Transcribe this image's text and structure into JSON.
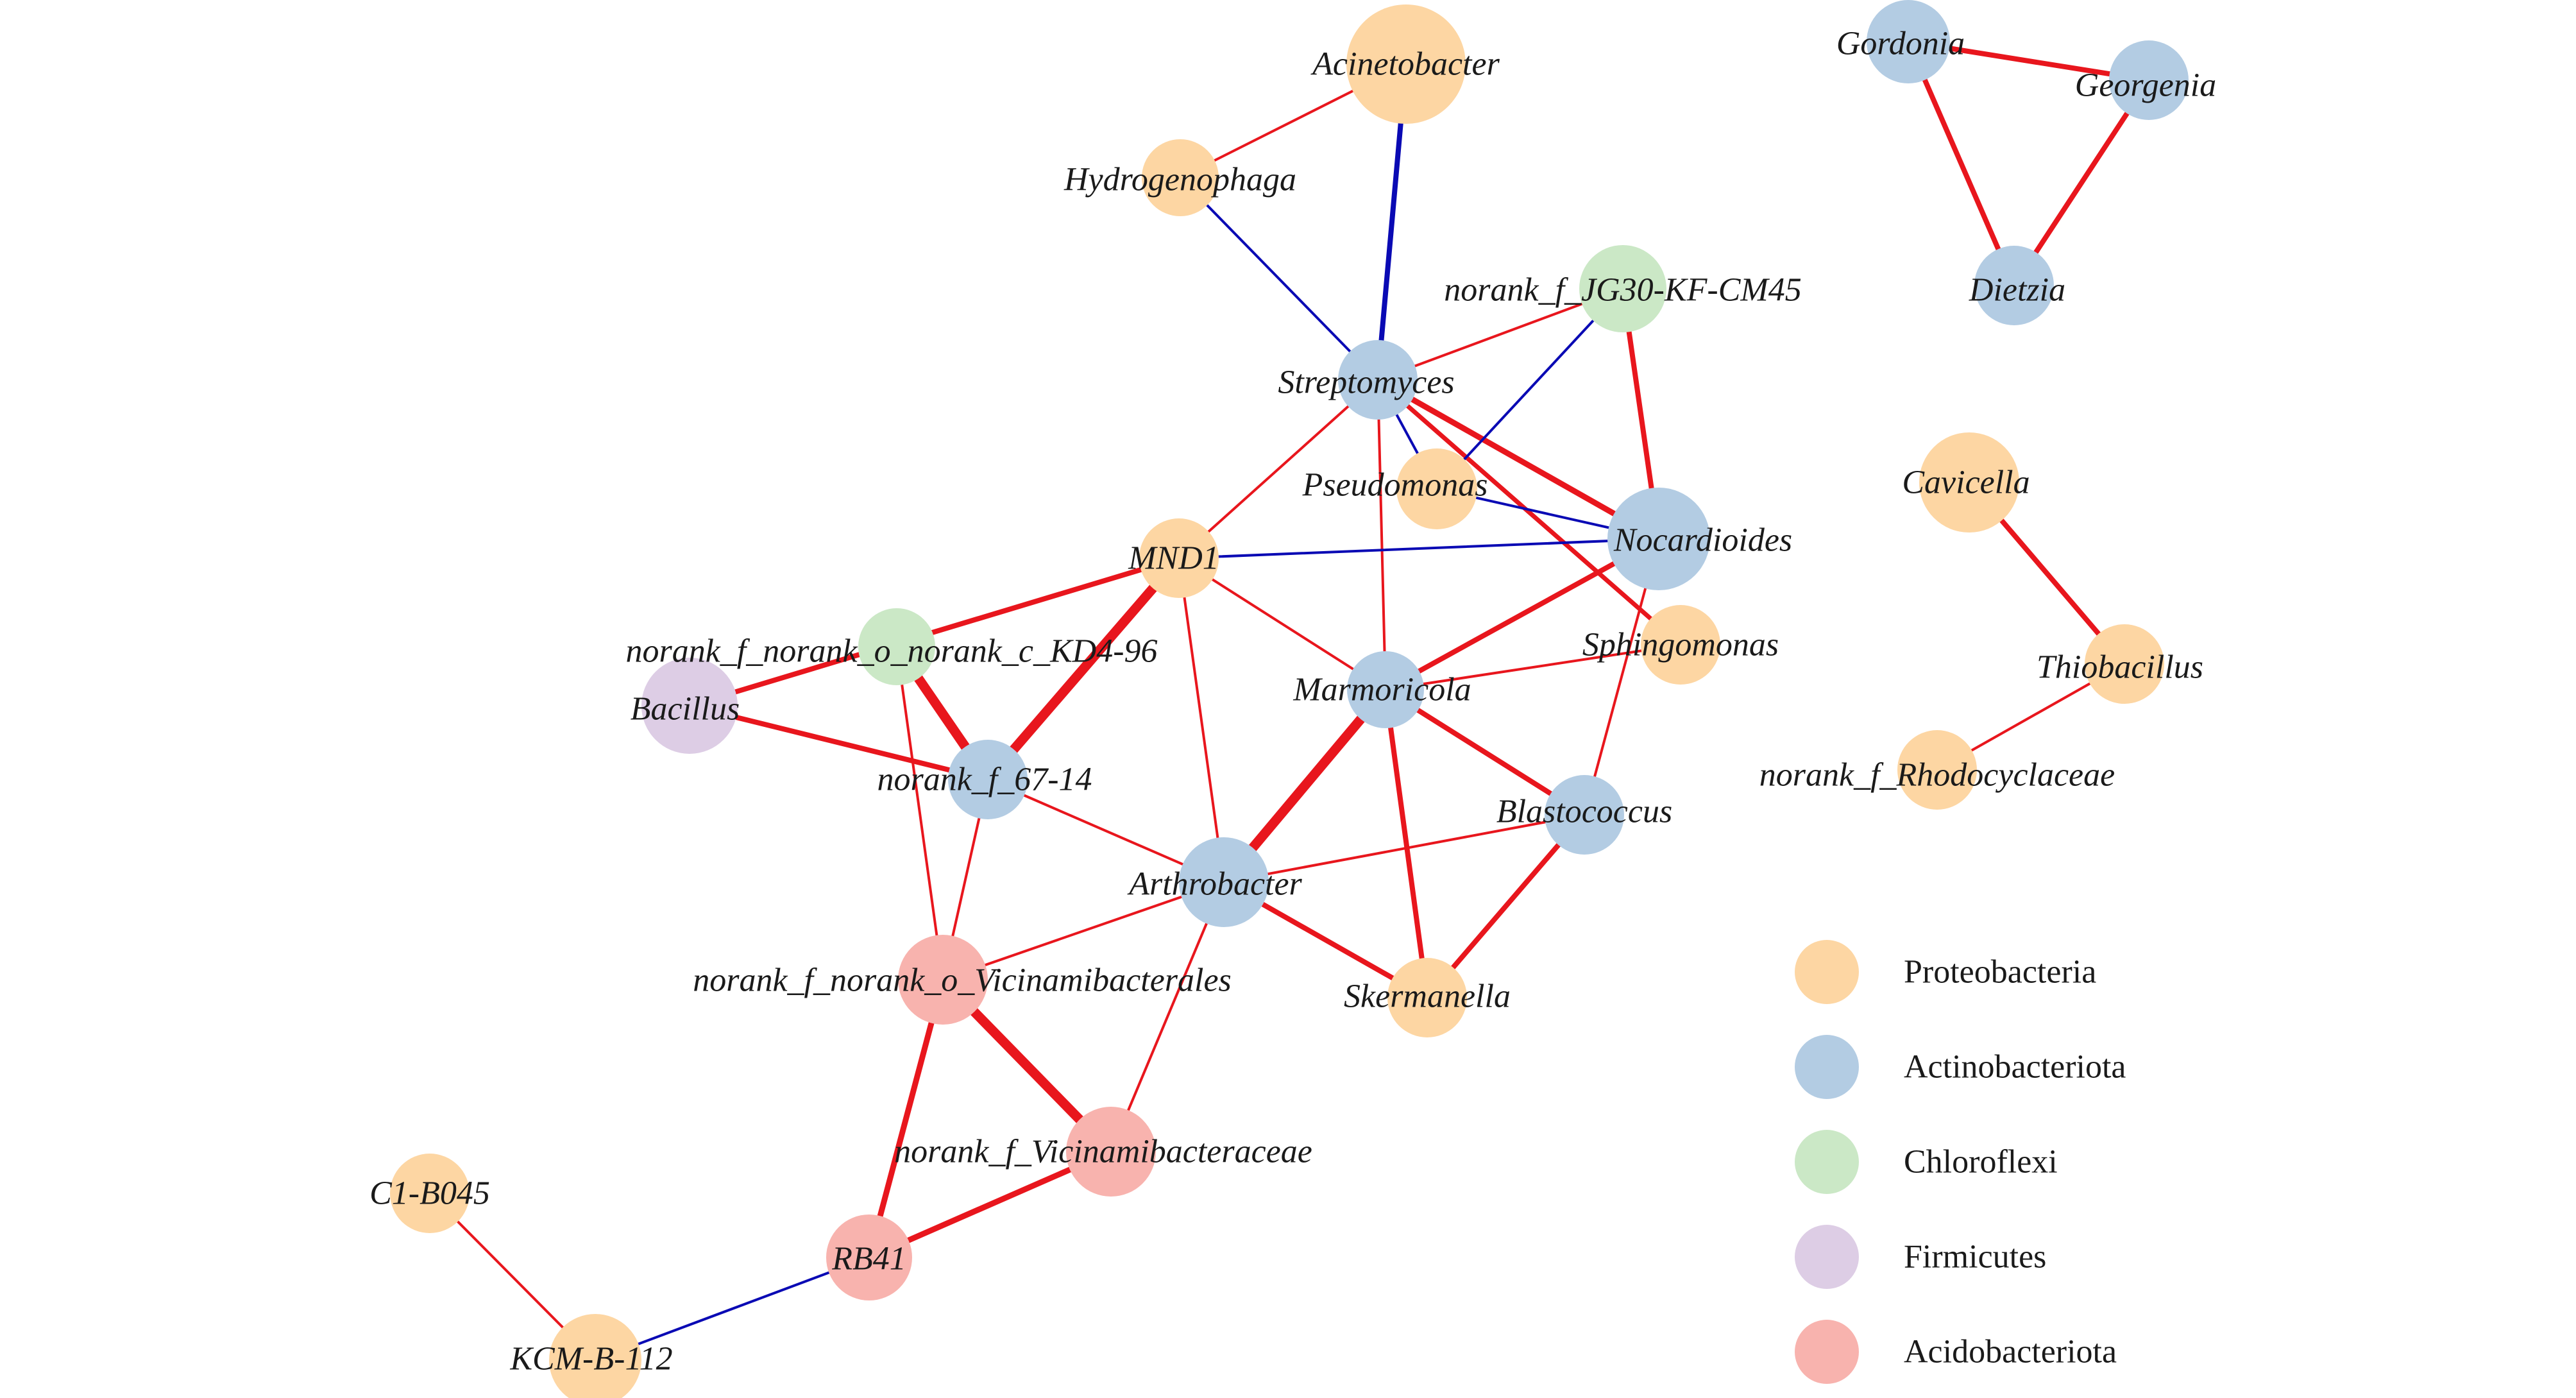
{
  "colors": {
    "phylum": {
      "Proteobacteria": "#fdd6a3",
      "Actinobacteriota": "#b3cce3",
      "Chloroflexi": "#cbe8c6",
      "Firmicutes": "#ddcde5",
      "Acidobacteriota": "#f8b3ae"
    },
    "positive_edge": "#e8161d",
    "negative_edge": "#0a0ab4"
  },
  "legend": [
    {
      "label": "Proteobacteria"
    },
    {
      "label": "Actinobacteriota"
    },
    {
      "label": "Chloroflexi"
    },
    {
      "label": "Firmicutes"
    },
    {
      "label": "Acidobacteriota"
    }
  ],
  "nodes": [
    {
      "id": "acinetobacter",
      "label": "Acinetobacter",
      "phylum": "Proteobacteria"
    },
    {
      "id": "hydrogenophaga",
      "label": "Hydrogenophaga",
      "phylum": "Proteobacteria"
    },
    {
      "id": "jg30",
      "label": "norank_f_JG30-KF-CM45",
      "phylum": "Chloroflexi"
    },
    {
      "id": "streptomyces",
      "label": "Streptomyces",
      "phylum": "Actinobacteriota"
    },
    {
      "id": "pseudomonas",
      "label": "Pseudomonas",
      "phylum": "Proteobacteria"
    },
    {
      "id": "nocardioides",
      "label": "Nocardioides",
      "phylum": "Actinobacteriota"
    },
    {
      "id": "mnd1",
      "label": "MND1",
      "phylum": "Proteobacteria"
    },
    {
      "id": "kd4",
      "label": "norank_f_norank_o_norank_c_KD4-96",
      "phylum": "Chloroflexi"
    },
    {
      "id": "bacillus",
      "label": "Bacillus",
      "phylum": "Firmicutes"
    },
    {
      "id": "sphingomonas",
      "label": "Sphingomonas",
      "phylum": "Proteobacteria"
    },
    {
      "id": "marmoricola",
      "label": "Marmoricola",
      "phylum": "Actinobacteriota"
    },
    {
      "id": "f6714",
      "label": "norank_f_67-14",
      "phylum": "Actinobacteriota"
    },
    {
      "id": "blastococcus",
      "label": "Blastococcus",
      "phylum": "Actinobacteriota"
    },
    {
      "id": "arthrobacter",
      "label": "Arthrobacter",
      "phylum": "Actinobacteriota"
    },
    {
      "id": "vicinamibacterales",
      "label": "norank_f_norank_o_Vicinamibacterales",
      "phylum": "Acidobacteriota"
    },
    {
      "id": "skermanella",
      "label": "Skermanella",
      "phylum": "Proteobacteria"
    },
    {
      "id": "vicinamibacteraceae",
      "label": "norank_f_Vicinamibacteraceae",
      "phylum": "Acidobacteriota"
    },
    {
      "id": "rb41",
      "label": "RB41",
      "phylum": "Acidobacteriota"
    },
    {
      "id": "c1b045",
      "label": "C1-B045",
      "phylum": "Proteobacteria"
    },
    {
      "id": "kcmb112",
      "label": "KCM-B-112",
      "phylum": "Proteobacteria"
    },
    {
      "id": "gordonia",
      "label": "Gordonia",
      "phylum": "Actinobacteriota"
    },
    {
      "id": "georgenia",
      "label": "Georgenia",
      "phylum": "Actinobacteriota"
    },
    {
      "id": "dietzia",
      "label": "Dietzia",
      "phylum": "Actinobacteriota"
    },
    {
      "id": "cavicella",
      "label": "Cavicella",
      "phylum": "Proteobacteria"
    },
    {
      "id": "thiobacillus",
      "label": "Thiobacillus",
      "phylum": "Proteobacteria"
    },
    {
      "id": "rhodocyclaceae",
      "label": "norank_f_Rhodocyclaceae",
      "phylum": "Proteobacteria"
    }
  ],
  "edges": [
    {
      "source": "acinetobacter",
      "target": "hydrogenophaga",
      "sign": "positive"
    },
    {
      "source": "acinetobacter",
      "target": "streptomyces",
      "sign": "negative"
    },
    {
      "source": "hydrogenophaga",
      "target": "streptomyces",
      "sign": "negative"
    },
    {
      "source": "streptomyces",
      "target": "jg30",
      "sign": "positive"
    },
    {
      "source": "streptomyces",
      "target": "pseudomonas",
      "sign": "negative"
    },
    {
      "source": "streptomyces",
      "target": "nocardioides",
      "sign": "positive"
    },
    {
      "source": "streptomyces",
      "target": "sphingomonas",
      "sign": "positive"
    },
    {
      "source": "streptomyces",
      "target": "mnd1",
      "sign": "positive"
    },
    {
      "source": "streptomyces",
      "target": "marmoricola",
      "sign": "positive"
    },
    {
      "source": "jg30",
      "target": "pseudomonas",
      "sign": "negative"
    },
    {
      "source": "jg30",
      "target": "nocardioides",
      "sign": "positive"
    },
    {
      "source": "pseudomonas",
      "target": "nocardioides",
      "sign": "negative"
    },
    {
      "source": "mnd1",
      "target": "nocardioides",
      "sign": "negative"
    },
    {
      "source": "mnd1",
      "target": "bacillus",
      "sign": "positive"
    },
    {
      "source": "mnd1",
      "target": "f6714",
      "sign": "positive"
    },
    {
      "source": "mnd1",
      "target": "marmoricola",
      "sign": "positive"
    },
    {
      "source": "mnd1",
      "target": "arthrobacter",
      "sign": "positive"
    },
    {
      "source": "kd4",
      "target": "f6714",
      "sign": "positive"
    },
    {
      "source": "kd4",
      "target": "vicinamibacterales",
      "sign": "positive"
    },
    {
      "source": "bacillus",
      "target": "f6714",
      "sign": "positive"
    },
    {
      "source": "f6714",
      "target": "arthrobacter",
      "sign": "positive"
    },
    {
      "source": "f6714",
      "target": "vicinamibacterales",
      "sign": "positive"
    },
    {
      "source": "marmoricola",
      "target": "nocardioides",
      "sign": "positive"
    },
    {
      "source": "marmoricola",
      "target": "sphingomonas",
      "sign": "positive"
    },
    {
      "source": "marmoricola",
      "target": "arthrobacter",
      "sign": "positive"
    },
    {
      "source": "marmoricola",
      "target": "blastococcus",
      "sign": "positive"
    },
    {
      "source": "marmoricola",
      "target": "skermanella",
      "sign": "positive"
    },
    {
      "source": "nocardioides",
      "target": "blastococcus",
      "sign": "positive"
    },
    {
      "source": "arthrobacter",
      "target": "blastococcus",
      "sign": "positive"
    },
    {
      "source": "arthrobacter",
      "target": "skermanella",
      "sign": "positive"
    },
    {
      "source": "arthrobacter",
      "target": "vicinamibacterales",
      "sign": "positive"
    },
    {
      "source": "arthrobacter",
      "target": "vicinamibacteraceae",
      "sign": "positive"
    },
    {
      "source": "blastococcus",
      "target": "skermanella",
      "sign": "positive"
    },
    {
      "source": "vicinamibacterales",
      "target": "vicinamibacteraceae",
      "sign": "positive"
    },
    {
      "source": "vicinamibacterales",
      "target": "rb41",
      "sign": "positive"
    },
    {
      "source": "vicinamibacteraceae",
      "target": "rb41",
      "sign": "positive"
    },
    {
      "source": "rb41",
      "target": "kcmb112",
      "sign": "negative"
    },
    {
      "source": "c1b045",
      "target": "kcmb112",
      "sign": "positive"
    },
    {
      "source": "gordonia",
      "target": "georgenia",
      "sign": "positive"
    },
    {
      "source": "gordonia",
      "target": "dietzia",
      "sign": "positive"
    },
    {
      "source": "georgenia",
      "target": "dietzia",
      "sign": "positive"
    },
    {
      "source": "cavicella",
      "target": "thiobacillus",
      "sign": "positive"
    },
    {
      "source": "thiobacillus",
      "target": "rhodocyclaceae",
      "sign": "positive"
    }
  ]
}
